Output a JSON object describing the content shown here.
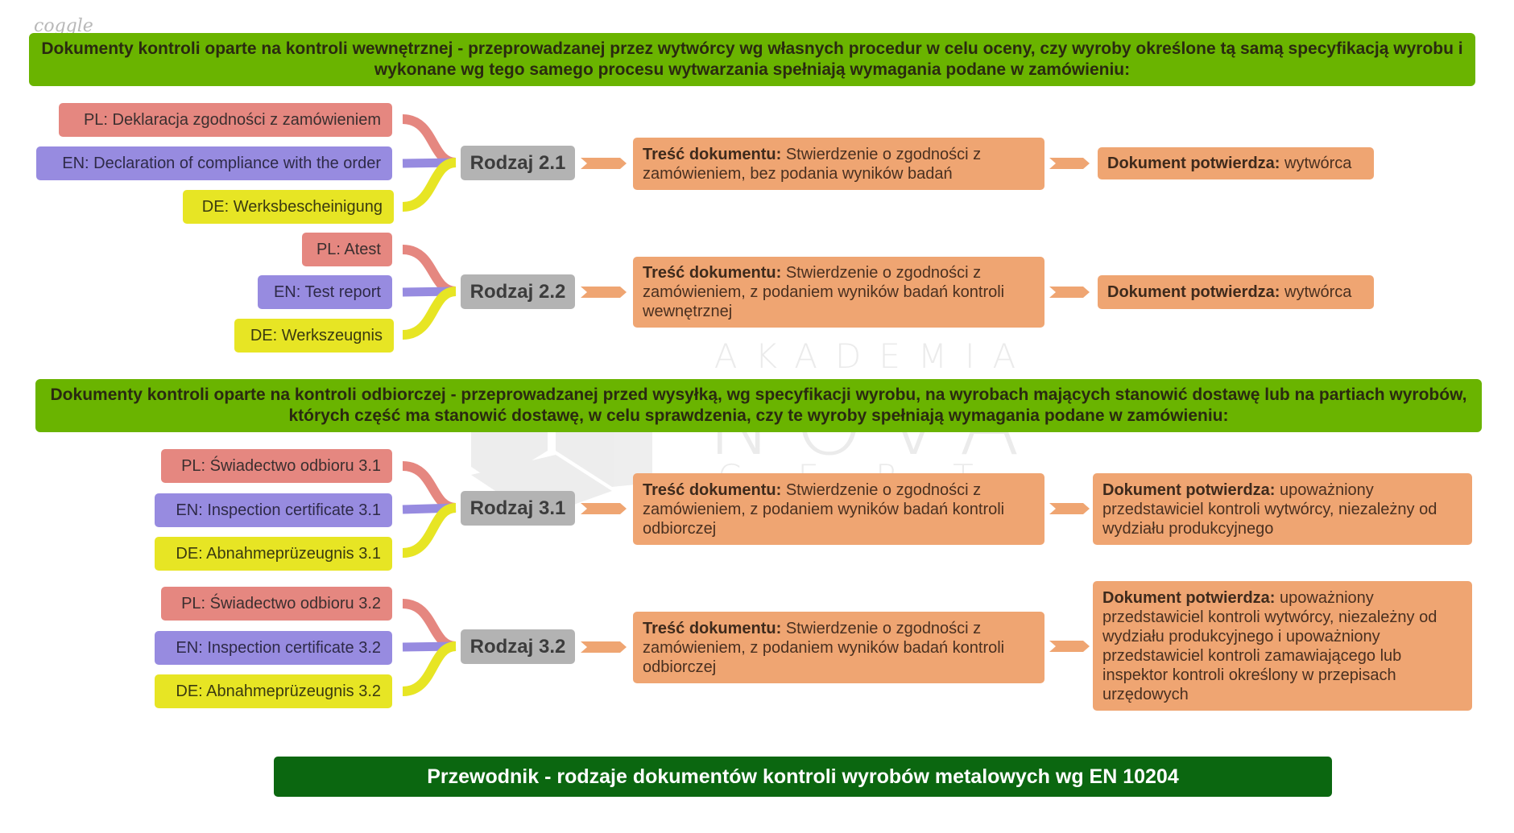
{
  "watermark": {
    "brand": "coggle",
    "line1": "AKADEMIA",
    "line2": "NOVA",
    "line3": "CERT",
    "logo_icon": "cube-logo-icon"
  },
  "headers": [
    {
      "text": "Dokumenty kontroli oparte na kontroli wewnętrznej - przeprowadzanej przez wytwórcy wg własnych procedur w celu oceny, czy wyroby określone tą samą specyfikacją wyrobu i wykonane wg tego samego procesu wytwarzania spełniają wymagania podane w zamówieniu:"
    },
    {
      "text": "Dokumenty kontroli oparte na kontroli odbiorczej - przeprowadzanej przed wysyłką, wg specyfikacji wyrobu, na wyrobach mających stanowić dostawę lub na partiach wyrobów, których część ma stanowić dostawę, w celu sprawdzenia, czy te wyroby spełniają wymagania podane w zamówieniu:"
    }
  ],
  "types": [
    {
      "name": "Rodzaj 2.1",
      "pl": "PL: Deklaracja zgodności z zamówieniem",
      "en": "EN: Declaration of compliance with the order",
      "de": "DE: Werksbescheinigung",
      "content_label": "Treść dokumentu:",
      "content": "Stwierdzenie o zgodności z zamówieniem, bez podania wyników badań",
      "confirms_label": "Dokument potwierdza:",
      "confirms": "wytwórca"
    },
    {
      "name": "Rodzaj 2.2",
      "pl": "PL: Atest",
      "en": "EN: Test report",
      "de": "DE: Werkszeugnis",
      "content_label": "Treść dokumentu:",
      "content": "Stwierdzenie o zgodności z zamówieniem, z podaniem wyników badań kontroli wewnętrznej",
      "confirms_label": "Dokument potwierdza:",
      "confirms": "wytwórca"
    },
    {
      "name": "Rodzaj 3.1",
      "pl": "PL: Świadectwo odbioru 3.1",
      "en": "EN: Inspection certificate 3.1",
      "de": "DE: Abnahmeprüzeugnis 3.1",
      "content_label": "Treść dokumentu:",
      "content": "Stwierdzenie o zgodności z zamówieniem, z podaniem wyników badań kontroli odbiorczej",
      "confirms_label": "Dokument potwierdza:",
      "confirms": "upoważniony przedstawiciel kontroli wytwórcy, niezależny od wydziału produkcyjnego"
    },
    {
      "name": "Rodzaj 3.2",
      "pl": "PL: Świadectwo odbioru 3.2",
      "en": "EN: Inspection certificate 3.2",
      "de": "DE: Abnahmeprüzeugnis 3.2",
      "content_label": "Treść dokumentu:",
      "content": "Stwierdzenie o zgodności z zamówieniem, z podaniem wyników badań kontroli odbiorczej",
      "confirms_label": "Dokument potwierdza:",
      "confirms": "upoważniony przedstawiciel kontroli wytwórcy, niezależny od wydziału produkcyjnego i upoważniony przedstawiciel kontroli zamawiającego lub inspektor kontroli określony w przepisach urzędowych"
    }
  ],
  "footer": {
    "title": "Przewodnik - rodzaje dokumentów kontroli wyrobów metalowych wg EN 10204"
  },
  "colors": {
    "header_green": "#6ab400",
    "footer_green": "#0b6710",
    "pl_red": "#e58780",
    "en_purple": "#978be0",
    "de_yellow": "#e7e524",
    "type_gray": "#b3b3b3",
    "detail_orange": "#efa572"
  }
}
